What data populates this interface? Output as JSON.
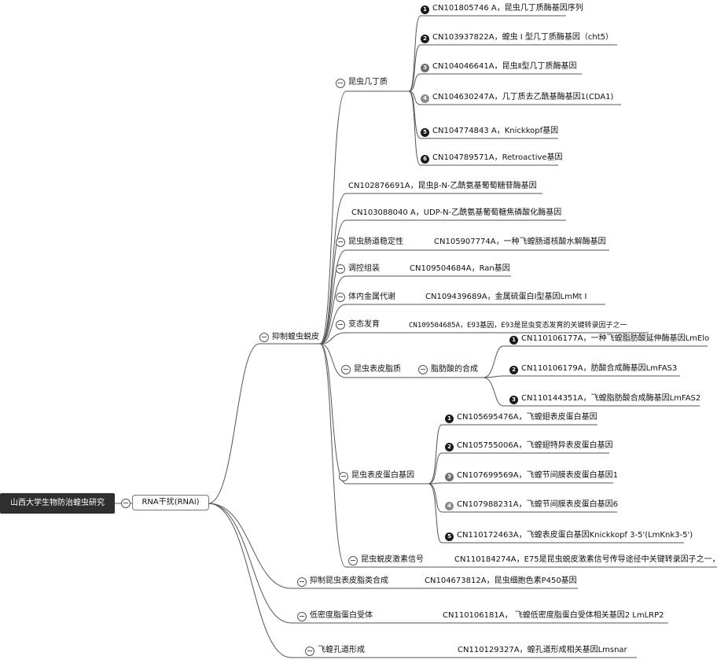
{
  "root": "山西大学生物防治蝗虫研究",
  "rna": "RNA干扰(RNAi)",
  "main": "抑制蝗虫蜕皮",
  "chitin": {
    "label": "昆虫几丁质",
    "items": [
      {
        "n": "1",
        "text": "CN101805746 A，昆虫几丁质酶基因序列"
      },
      {
        "n": "2",
        "text": "CN103937822A，蝗虫 I 型几丁质酶基因（cht5）"
      },
      {
        "n": "3",
        "text": "CN104046641A，昆虫Ⅱ型几丁质酶基因"
      },
      {
        "n": "4",
        "text": "CN104630247A，几丁质去乙酰基酶基因1(CDA1)"
      },
      {
        "n": "5",
        "text": "CN104774843 A，Knickkopf基因"
      },
      {
        "n": "6",
        "text": "CN104789571A，Retroactive基因"
      }
    ]
  },
  "direct": {
    "a": "CN102876691A，昆虫β-N-乙酰氨基葡萄糖苷酶基因",
    "b": "CN103088040 A，UDP-N-乙酰氨基葡萄糖焦磷酸化酶基因"
  },
  "pairs": [
    {
      "label": "昆虫肠道稳定性",
      "text": "CN105907774A，一种飞蝗肠道核酸水解酶基因"
    },
    {
      "label": "调控组装",
      "text": "CN109504684A，Ran基因"
    },
    {
      "label": "体内金属代谢",
      "text": "CN109439689A，金属硫蛋白I型基因LmMt I"
    },
    {
      "label": "变态发育",
      "text": "CN109504685A，E93基因，E93是昆虫变态发育的关键转录因子之一"
    }
  ],
  "lipid": {
    "label": "昆虫表皮脂质",
    "sub": "脂肪酸的合成",
    "items": [
      {
        "n": "1",
        "text": "CN110106177A，一种飞蝗脂肪酸延伸酶基因LmElo"
      },
      {
        "n": "2",
        "text": "CN110106179A，肪酸合成酶基因LmFAS3"
      },
      {
        "n": "3",
        "text": "CN110144351A，飞蝗脂肪酸合成酶基因LmFAS2"
      }
    ]
  },
  "cuticle": {
    "label": "昆虫表皮蛋白基因",
    "items": [
      {
        "n": "1",
        "text": "CN105695476A，飞蝗翅表皮蛋白基因"
      },
      {
        "n": "2",
        "text": "CN105755006A，飞蝗翅特异表皮蛋白基因"
      },
      {
        "n": "3",
        "text": "CN107699569A，飞蝗节间膜表皮蛋白基因1"
      },
      {
        "n": "4",
        "text": "CN107988231A，飞蝗节间膜表皮蛋白基因6"
      },
      {
        "n": "5",
        "text": "CN110172463A，飞蝗表皮蛋白基因Knickkopf 3-5'(LmKnk3-5')"
      }
    ]
  },
  "hormone": {
    "label": "昆虫蜕皮激素信号",
    "text": "CN110184274A，E75是昆虫蜕皮激素信号传导途径中关键转录因子之一，"
  },
  "others": [
    {
      "label": "抑制昆虫表皮脂类合成",
      "text": "CN104673812A，昆虫细胞色素P450基因"
    },
    {
      "label": "低密度脂蛋白受体",
      "text": "CN110106181A， 飞蝗低密度脂蛋白受体相关基因2 LmLRP2"
    },
    {
      "label": "飞蝗孔道形成",
      "text": "CN110129327A，蝗孔道形成相关基因Lmsnar"
    }
  ]
}
